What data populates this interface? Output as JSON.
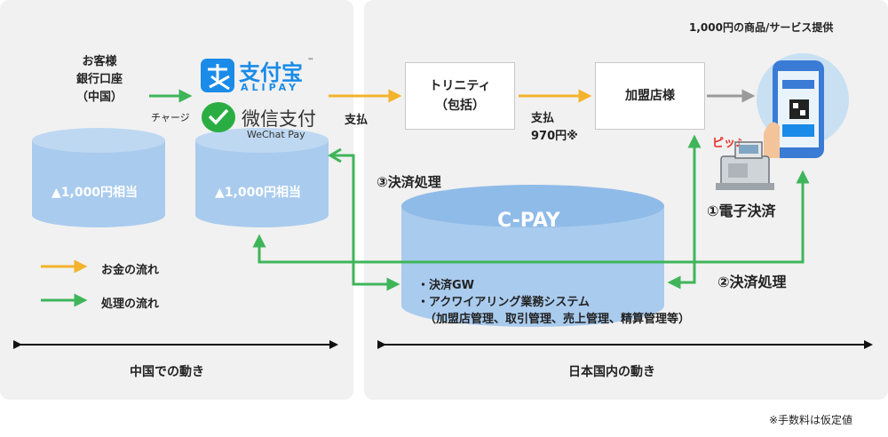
{
  "china": {
    "customer_bank": [
      "お客様",
      "銀行口座",
      "（中国）"
    ],
    "charge_label": "チャージ",
    "cylinder_left": "▲1,000円相当",
    "cylinder_right": "▲1,000円相当",
    "alipay_logo_cn": "支付宝",
    "alipay_logo_en": "ALIPAY",
    "alipay_tm": "™",
    "wechat_logo_cn": "微信支付",
    "wechat_logo_en": "WeChat Pay",
    "region_label": "中国での動き"
  },
  "japan": {
    "top_note": "1,000円の商品/サービス提供",
    "pay_label": "支払",
    "trinity_line1": "トリニティ",
    "trinity_line2": "（包括）",
    "pay2_label": "支払",
    "pay2_amount": "970円※",
    "merchant": "加盟店様",
    "pip_text": "ピッ♪",
    "step1": "①電子決済",
    "step2": "②決済処理",
    "step3": "③決済処理",
    "cpay_title": "C-PAY",
    "cpay_lines": [
      "・決済GW",
      "・アクワイアリング業務システム",
      "（加盟店管理、取引管理、売上管理、精算管理等）"
    ],
    "region_label": "日本国内の動き"
  },
  "legend": {
    "money": "お金の流れ",
    "process": "処理の流れ"
  },
  "footnote": "※手数料は仮定値",
  "colors": {
    "panel": "#f1f1f1",
    "cylinder": "#a9cbee",
    "orange_arrow": "#f3b32c",
    "green_arrow": "#3fb55a",
    "gray_arrow": "#9a9a9a",
    "alipay_blue": "#1a8be8",
    "wechat_green": "#2aae43",
    "pip_red": "#e8312a"
  }
}
